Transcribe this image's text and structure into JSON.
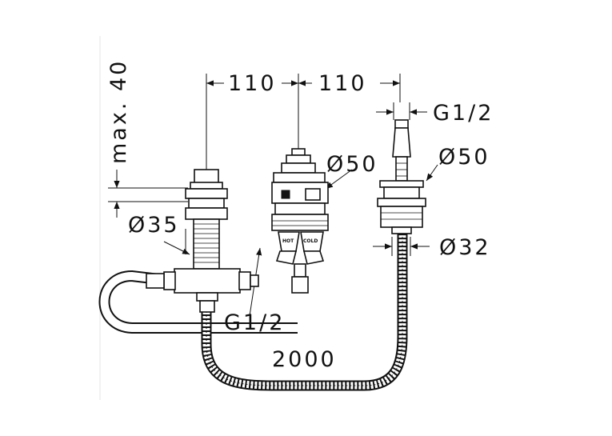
{
  "dimensions": {
    "dim_top_left": "110",
    "dim_top_right": "110",
    "dim_max": "max. 40",
    "dim_g12_top": "G1/2",
    "dim_d50_center": "Ø50",
    "dim_d50_right": "Ø50",
    "dim_d35": "Ø35",
    "dim_d32": "Ø32",
    "dim_g12_bottom": "G1/2",
    "dim_hose_length": "2000"
  },
  "valve_labels": {
    "hot": "HOT",
    "cold": "COLD"
  }
}
